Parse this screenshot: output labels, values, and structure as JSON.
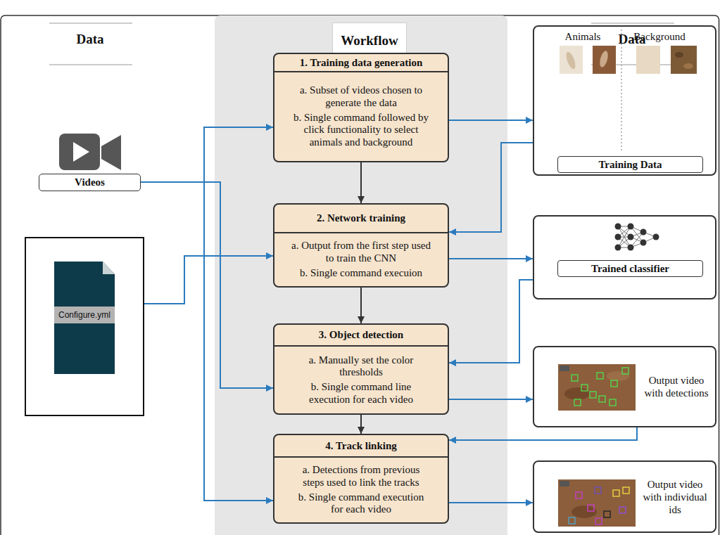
{
  "diagram": {
    "nodes": [
      {
        "text": [
          "Workflow"
        ]
      },
      {
        "text": [
          "1. Training data generation",
          "a. Subset of videos chosen to generate the data",
          "b. Single command followed by click functionality to select animals and background"
        ]
      },
      {
        "text": [
          "2. Network training",
          "a. Output from the first step used to train the CNN",
          "b. Single command execuion"
        ]
      },
      {
        "text": [
          "3. Object detection",
          "a. Manually set the color thresholds",
          "b. Single command line execution for each video"
        ]
      },
      {
        "text": [
          "4. Track linking",
          "a. Detections from previous steps used to link the tracks",
          "b. Single command execution for each video"
        ]
      },
      {
        "text": [
          "Videos"
        ]
      },
      {
        "text": [
          "Configure.yml"
        ]
      },
      {
        "text": [
          "Animals",
          "Background",
          "Training Data"
        ]
      },
      {
        "text": [
          "Trained classifier"
        ]
      },
      {
        "text": [
          "Output video with detections"
        ]
      },
      {
        "text": [
          "Output video with individual ids"
        ]
      }
    ],
    "edges": [
      {
        "from": 1,
        "to": 2,
        "arrow": "to"
      },
      {
        "from": 2,
        "to": 3,
        "arrow": "to"
      },
      {
        "from": 3,
        "to": 4,
        "arrow": "to"
      },
      {
        "from": 5,
        "to": 1,
        "arrow": "to"
      },
      {
        "from": 5,
        "to": 3,
        "arrow": "to"
      },
      {
        "from": 5,
        "to": 4,
        "arrow": "to"
      },
      {
        "from": 1,
        "to": 7,
        "arrow": "to"
      },
      {
        "from": 7,
        "to": 2,
        "arrow": "to"
      },
      {
        "from": 6,
        "to": 2,
        "arrow": "to"
      },
      {
        "from": 2,
        "to": 8,
        "arrow": "to"
      },
      {
        "from": 8,
        "to": 3,
        "arrow": "to"
      },
      {
        "from": 3,
        "to": 9,
        "arrow": "to"
      },
      {
        "from": 9,
        "to": 4,
        "arrow": "to"
      },
      {
        "from": 4,
        "to": 10,
        "arrow": "to"
      }
    ],
    "labels": [
      "Data",
      "Data"
    ]
  }
}
